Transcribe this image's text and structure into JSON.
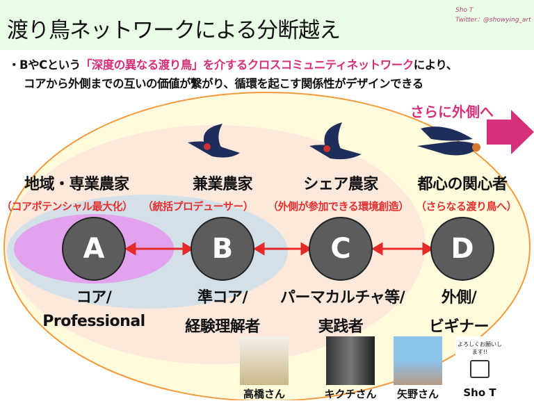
{
  "header": {
    "title": "渡り鳥ネットワークによる分断越え",
    "author": "Sho T",
    "twitter": "Twitter：@showying_art"
  },
  "lead": {
    "line1_pre": "・BやCという",
    "line1_highlight": "「深度の異なる渡り鳥」を介するクロスコミュニティネットワーク",
    "line1_post": "により、",
    "line2": "コアから外側までの互いの価値が繋がり、循環を起こす関係性がデザインできる"
  },
  "further_out": "さらに外側へ",
  "colors": {
    "accent": "#d6307a",
    "role": "#e53030",
    "outer": "#fffbdc",
    "peach": "#fde9dc",
    "blue": "#d3e0e8",
    "purple": "#e2a2ee",
    "node": "#5c5c5c"
  },
  "groups": [
    {
      "name": "地域・専業農家",
      "role": "（コアポテンシャル最大化）",
      "node": "A",
      "type_line1": "コア/",
      "type_line2": "Professional"
    },
    {
      "name": "兼業農家",
      "role": "（統括プロデューサー）",
      "node": "B",
      "type_line1": "準コア/",
      "type_line2": "経験理解者"
    },
    {
      "name": "シェア農家",
      "role": "（外側が参加できる環境創造）",
      "node": "C",
      "type_line1": "パーマカルチャ等/",
      "type_line2": "実践者"
    },
    {
      "name": "都心の関心者",
      "role": "（さらなる渡り鳥へ）",
      "node": "D",
      "type_line1": "外側/",
      "type_line2": "ビギナー"
    }
  ],
  "people": [
    {
      "name": "高橋さん"
    },
    {
      "name": "キクチさん"
    },
    {
      "name": "矢野さん"
    },
    {
      "name": "Sho T",
      "sticker": "よろしくお願いします!!"
    }
  ]
}
